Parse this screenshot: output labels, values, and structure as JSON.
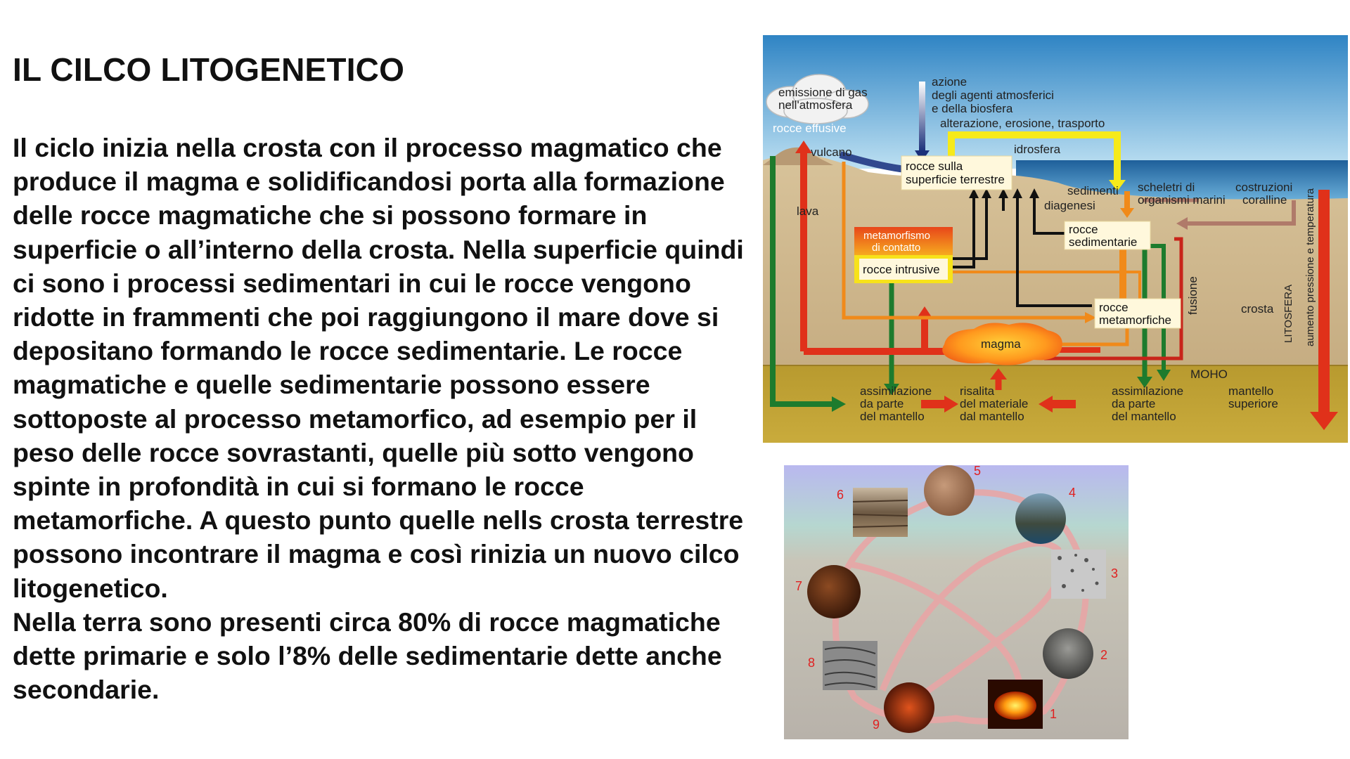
{
  "page": {
    "title": "IL CILCO LITOGENETICO",
    "paragraphs": [
      "Il ciclo inizia nella crosta con il processo magmatico che produce il magma e solidificandosi porta alla formazione delle rocce magmatiche che si possono formare in superficie o all’interno della crosta. Nella superficie quindi ci sono i processi sedimentari in cui le rocce vengono ridotte in frammenti che poi raggiungono il mare dove si depositano formando le rocce sedimentarie. Le rocce magmatiche e quelle sedimentarie possono essere sottoposte al processo metamorfico, ad esempio per il peso delle rocce sovrastanti, quelle più sotto  vengono spinte in profondità in cui si formano le rocce metamorfiche. A questo punto quelle nells crosta terrestre possono incontrare il magma e così rinizia un nuovo cilco litogenetico.",
      "Nella terra sono presenti circa 80% di rocce magmatiche dette primarie e solo l’8% delle sedimentarie dette anche secondarie."
    ]
  },
  "diagram": {
    "labels": {
      "emissione1": "emissione di gas",
      "emissione2": "nell'atmosfera",
      "rocce_effusive": "rocce effusive",
      "vulcano": "vulcano",
      "lava": "lava",
      "azione1": "azione",
      "azione2": "degli agenti atmosferici",
      "azione3": "e della biosfera",
      "alterazione": "alterazione, erosione, trasporto",
      "idrosfera": "idrosfera",
      "rocce_superficie1": "rocce sulla",
      "rocce_superficie2": "superficie terrestre",
      "sedimenti": "sedimenti",
      "diagenesi": "diagenesi",
      "scheletri1": "scheletri di",
      "scheletri2": "organismi marini",
      "costruzioni1": "costruzioni",
      "costruzioni2": "coralline",
      "metamorfismo1": "metamorfismo",
      "metamorfismo2": "di contatto",
      "rocce_intrusive": "rocce intrusive",
      "rocce_sedimentarie1": "rocce",
      "rocce_sedimentarie2": "sedimentarie",
      "fusione": "fusione",
      "crosta": "crosta",
      "litosfera": "LITOSFERA",
      "aumento": "aumento pressione e temperatura",
      "rocce_metamorfiche1": "rocce",
      "rocce_metamorfiche2": "metamorfiche",
      "magma": "magma",
      "moho": "MOHO",
      "assimilazione1a": "assimilazione",
      "assimilazione1b": "da parte",
      "assimilazione1c": "del mantello",
      "risalita1": "risalita",
      "risalita2": "del materiale",
      "risalita3": "dal mantello",
      "assimilazione2a": "assimilazione",
      "assimilazione2b": "da parte",
      "assimilazione2c": "del mantello",
      "mantello1": "mantello",
      "mantello2": "superiore"
    }
  },
  "cycle": {
    "numbers": [
      "1",
      "2",
      "3",
      "4",
      "5",
      "6",
      "7",
      "8",
      "9"
    ]
  }
}
